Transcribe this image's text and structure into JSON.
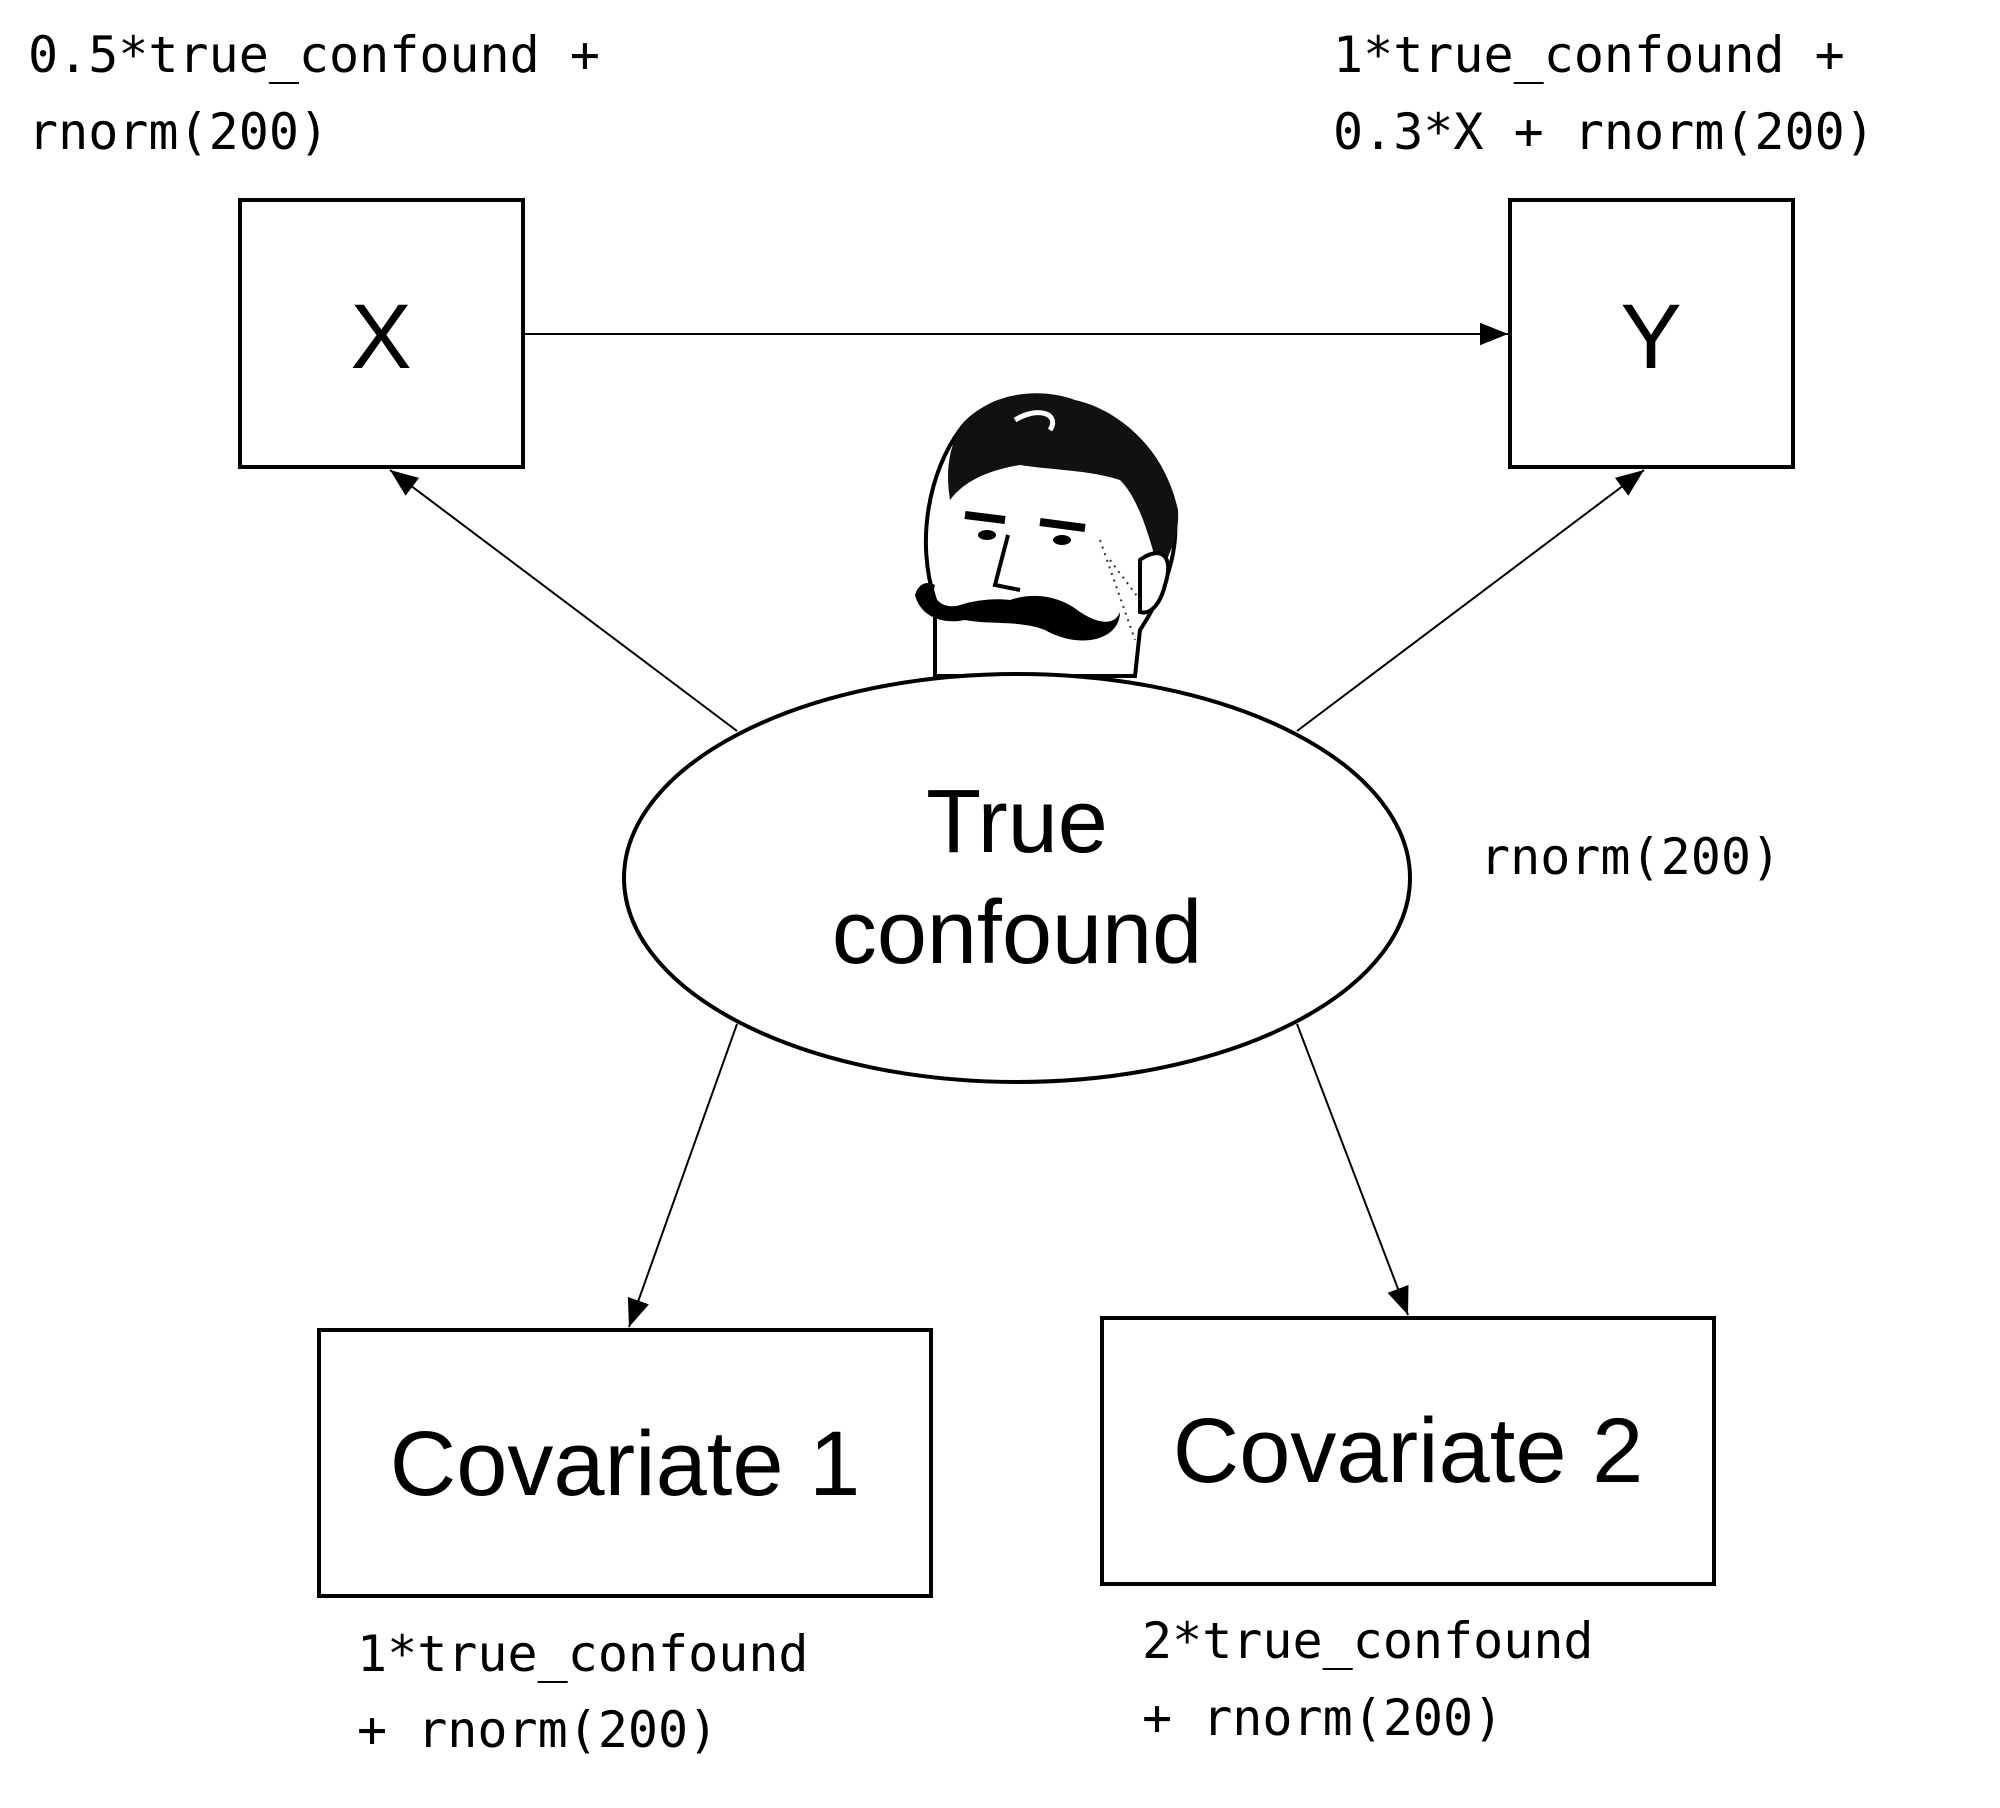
{
  "nodes": {
    "x": {
      "label": "X",
      "equation": [
        "0.5*true_confound +",
        "rnorm(200)"
      ]
    },
    "y": {
      "label": "Y",
      "equation": [
        "1*true_confound +",
        "0.3*X + rnorm(200)"
      ]
    },
    "confound": {
      "label": [
        "True",
        "confound"
      ],
      "equation": "rnorm(200)"
    },
    "cov1": {
      "label": "Covariate 1",
      "equation": [
        "1*true_confound",
        "+ rnorm(200)"
      ]
    },
    "cov2": {
      "label": "Covariate 2",
      "equation": [
        "2*true_confound",
        "+ rnorm(200)"
      ]
    }
  },
  "edges": [
    {
      "from": "X",
      "to": "Y"
    },
    {
      "from": "True confound",
      "to": "X"
    },
    {
      "from": "True confound",
      "to": "Y"
    },
    {
      "from": "True confound",
      "to": "Covariate 1"
    },
    {
      "from": "True confound",
      "to": "Covariate 2"
    }
  ],
  "colors": {
    "stroke": "#000000",
    "background": "#ffffff"
  }
}
